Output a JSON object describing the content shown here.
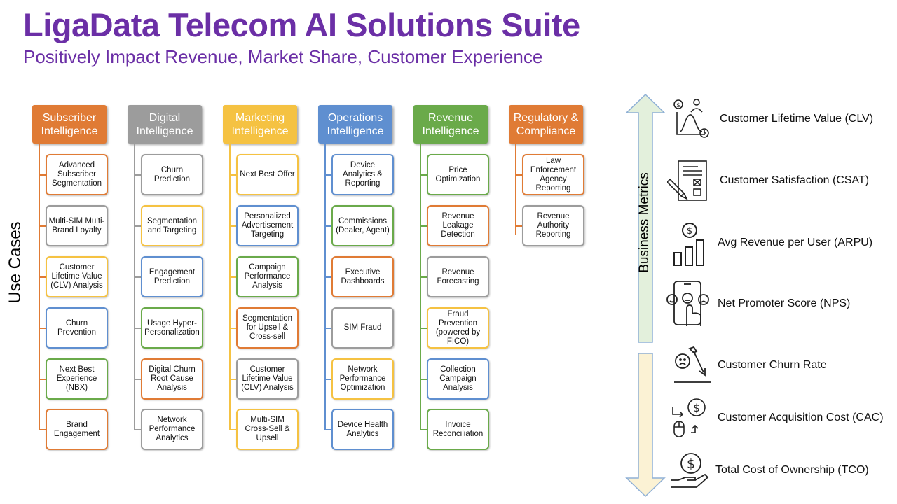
{
  "title": "LigaData Telecom AI Solutions Suite",
  "subtitle": "Positively Impact Revenue, Market Share, Customer Experience",
  "use_cases_label": "Use Cases",
  "colors": {
    "title": "#6b2fa6",
    "orange": "#e07b35",
    "gray": "#9c9c9c",
    "yellow": "#f5c242",
    "blue": "#5f8fd0",
    "green": "#6aaa4a"
  },
  "columns": [
    {
      "name": "Subscriber\nIntelligence",
      "color": "#e07b35",
      "items": [
        {
          "label": "Advanced\nSubscriber\nSegmentation",
          "color": "#e07b35"
        },
        {
          "label": "Multi-SIM Multi-\nBrand Loyalty",
          "color": "#9c9c9c"
        },
        {
          "label": "Customer\nLifetime Value\n(CLV) Analysis",
          "color": "#f5c242"
        },
        {
          "label": "Churn\nPrevention",
          "color": "#5f8fd0"
        },
        {
          "label": "Next Best\nExperience\n(NBX)",
          "color": "#6aaa4a"
        },
        {
          "label": "Brand\nEngagement",
          "color": "#e07b35"
        }
      ]
    },
    {
      "name": "Digital\nIntelligence",
      "color": "#9c9c9c",
      "items": [
        {
          "label": "Churn\nPrediction",
          "color": "#9c9c9c"
        },
        {
          "label": "Segmentation\nand Targeting",
          "color": "#f5c242"
        },
        {
          "label": "Engagement\nPrediction",
          "color": "#5f8fd0"
        },
        {
          "label": "Usage Hyper-\nPersonalization",
          "color": "#6aaa4a"
        },
        {
          "label": "Digital Churn\nRoot Cause\nAnalysis",
          "color": "#e07b35"
        },
        {
          "label": "Network\nPerformance\nAnalytics",
          "color": "#9c9c9c"
        }
      ]
    },
    {
      "name": "Marketing\nIntelligence",
      "color": "#f5c242",
      "items": [
        {
          "label": "Next Best Offer",
          "color": "#f5c242"
        },
        {
          "label": "Personalized\nAdvertisement\nTargeting",
          "color": "#5f8fd0"
        },
        {
          "label": "Campaign\nPerformance\nAnalysis",
          "color": "#6aaa4a"
        },
        {
          "label": "Segmentation\nfor Upsell &\nCross-sell",
          "color": "#e07b35"
        },
        {
          "label": "Customer\nLifetime Value\n(CLV) Analysis",
          "color": "#9c9c9c"
        },
        {
          "label": "Multi-SIM\nCross-Sell &\nUpsell",
          "color": "#f5c242"
        }
      ]
    },
    {
      "name": "Operations\nIntelligence",
      "color": "#5f8fd0",
      "items": [
        {
          "label": "Device\nAnalytics &\nReporting",
          "color": "#5f8fd0"
        },
        {
          "label": "Commissions\n(Dealer, Agent)",
          "color": "#6aaa4a"
        },
        {
          "label": "Executive\nDashboards",
          "color": "#e07b35"
        },
        {
          "label": "SIM Fraud",
          "color": "#9c9c9c"
        },
        {
          "label": "Network\nPerformance\nOptimization",
          "color": "#f5c242"
        },
        {
          "label": "Device Health\nAnalytics",
          "color": "#5f8fd0"
        }
      ]
    },
    {
      "name": "Revenue\nIntelligence",
      "color": "#6aaa4a",
      "items": [
        {
          "label": "Price\nOptimization",
          "color": "#6aaa4a"
        },
        {
          "label": "Revenue\nLeakage\nDetection",
          "color": "#e07b35"
        },
        {
          "label": "Revenue\nForecasting",
          "color": "#9c9c9c"
        },
        {
          "label": "Fraud\nPrevention\n(powered by\nFICO)",
          "color": "#f5c242"
        },
        {
          "label": "Collection\nCampaign\nAnalysis",
          "color": "#5f8fd0"
        },
        {
          "label": "Invoice\nReconciliation",
          "color": "#6aaa4a"
        }
      ]
    },
    {
      "name": "Regulatory &\nCompliance",
      "color": "#e07b35",
      "items": [
        {
          "label": "Law\nEnforcement\nAgency\nReporting",
          "color": "#e07b35"
        },
        {
          "label": "Revenue\nAuthority\nReporting",
          "color": "#9c9c9c"
        }
      ]
    }
  ],
  "business_metrics": {
    "label": "Business Metrics",
    "up_color": "#e3f0dc",
    "down_color": "#fbf2d4",
    "arrow_border": "#8fb0d6",
    "metrics": [
      {
        "label": "Customer Lifetime Value (CLV)",
        "icon": "clv-chart-icon"
      },
      {
        "label": "Customer Satisfaction (CSAT)",
        "icon": "survey-clipboard-icon"
      },
      {
        "label": "Avg Revenue per User (ARPU)",
        "icon": "revenue-bars-icon"
      },
      {
        "label": "Net Promoter Score (NPS)",
        "icon": "phone-feedback-icon"
      },
      {
        "label": "Customer Churn Rate",
        "icon": "churn-down-icon"
      },
      {
        "label": "Customer Acquisition Cost (CAC)",
        "icon": "acquisition-cost-icon"
      },
      {
        "label": "Total Cost of Ownership (TCO)",
        "icon": "cost-hand-icon"
      }
    ]
  }
}
